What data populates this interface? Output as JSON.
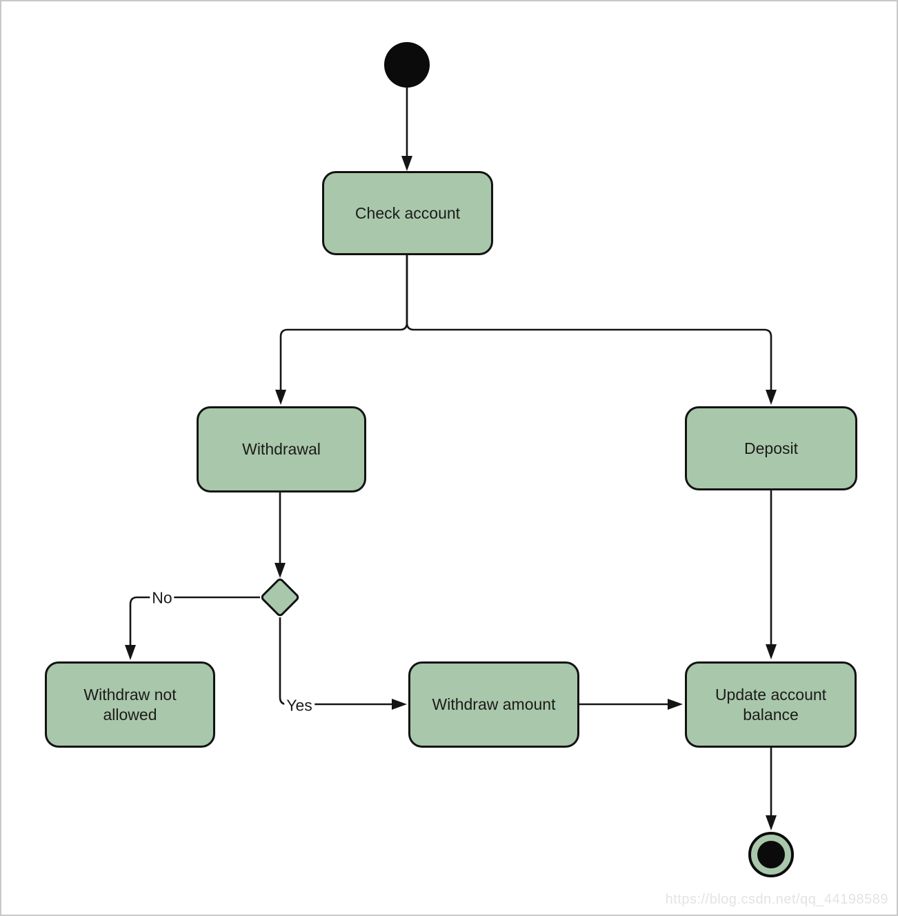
{
  "diagram": {
    "type": "uml-activity-diagram",
    "nodes": {
      "check_account": "Check account",
      "withdrawal": "Withdrawal",
      "deposit": "Deposit",
      "withdraw_not_allowed": "Withdraw not allowed",
      "withdraw_amount": "Withdraw amount",
      "update_account_balance": "Update account balance"
    },
    "edge_labels": {
      "no": "No",
      "yes": "Yes"
    },
    "colors": {
      "node_fill": "#a9c7aa",
      "node_border": "#121212",
      "edge": "#141414",
      "canvas_background": "#ffffff",
      "frame_border": "#c8c8c8",
      "watermark_text": "#e3e3e3"
    }
  },
  "watermark": {
    "text": "https://blog.csdn.net/qq_44198589"
  }
}
